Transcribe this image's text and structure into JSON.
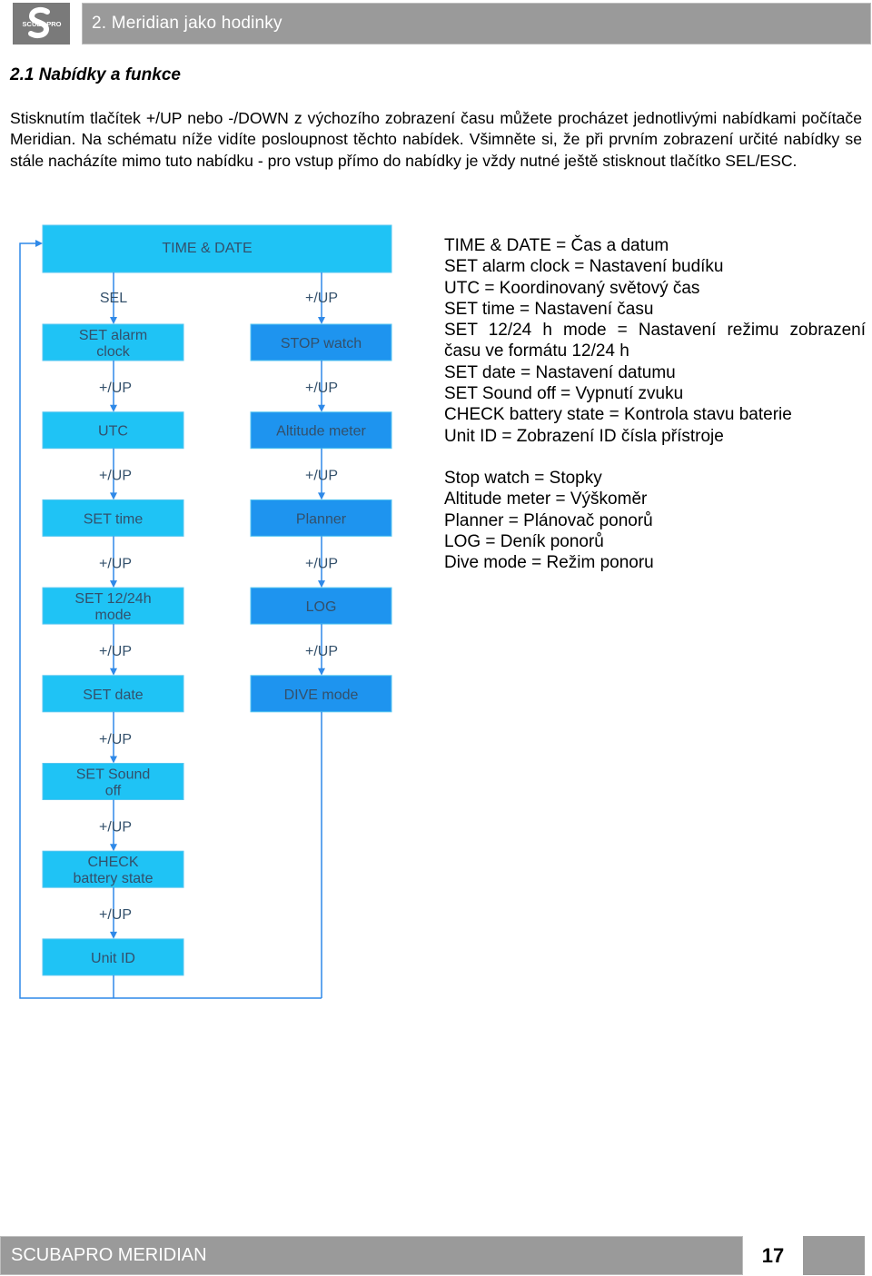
{
  "header": {
    "logo_text": "SCUBAPRO",
    "title": "2. Meridian jako hodinky"
  },
  "section_title": "2.1 Nabídky a funkce",
  "intro": "Stisknutím tlačítek +/UP nebo -/DOWN z výchozího zobrazení času můžete procházet jednotlivými nabídkami počítače Meridian. Na schématu níže vidíte posloupnost těchto nabídek. Všimněte si, že při prvním zobrazení určité nabídky se stále nacházíte mimo tuto nabídku - pro vstup přímo do nabídky je vždy nutné ještě stisknout tlačítko SEL/ESC.",
  "diagram": {
    "top_box": "TIME  & DATE",
    "left_column": {
      "boxes": [
        [
          "SET alarm",
          "clock"
        ],
        [
          "UTC"
        ],
        [
          "SET time"
        ],
        [
          "SET 12/24h",
          "mode"
        ],
        [
          "SET date"
        ],
        [
          "SET Sound",
          "off"
        ],
        [
          "CHECK",
          "battery state"
        ],
        [
          "Unit ID"
        ]
      ],
      "first_arrow_label": "SEL",
      "arrow_label": "+/UP"
    },
    "right_column": {
      "boxes": [
        [
          "STOP watch"
        ],
        [
          "Altitude meter"
        ],
        [
          "Planner"
        ],
        [
          "LOG"
        ],
        [
          "DIVE mode"
        ]
      ],
      "arrow_label": "+/UP"
    },
    "colors": {
      "light_box": "#1fc3f5",
      "dark_box": "#1e94ef",
      "box_text": "#33506b",
      "line": "#2f89e8"
    }
  },
  "legend": {
    "block1": [
      "TIME & DATE = Čas a datum",
      "SET alarm clock = Nastavení budíku",
      "UTC = Koordinovaný světový čas",
      "SET time = Nastavení času",
      "SET 12/24 h mode = Nastavení režimu zobrazení",
      "času ve formátu 12/24 h",
      "SET date = Nastavení datumu",
      "SET Sound off = Vypnutí zvuku",
      "CHECK battery state = Kontrola stavu baterie",
      "Unit ID = Zobrazení ID čísla přístroje"
    ],
    "block2": [
      "Stop watch = Stopky",
      "Altitude meter = Výškoměr",
      "Planner = Plánovač ponorů",
      "LOG = Deník ponorů",
      "Dive mode = Režim ponoru"
    ]
  },
  "footer": {
    "text": "SCUBAPRO MERIDIAN",
    "page": "17"
  }
}
